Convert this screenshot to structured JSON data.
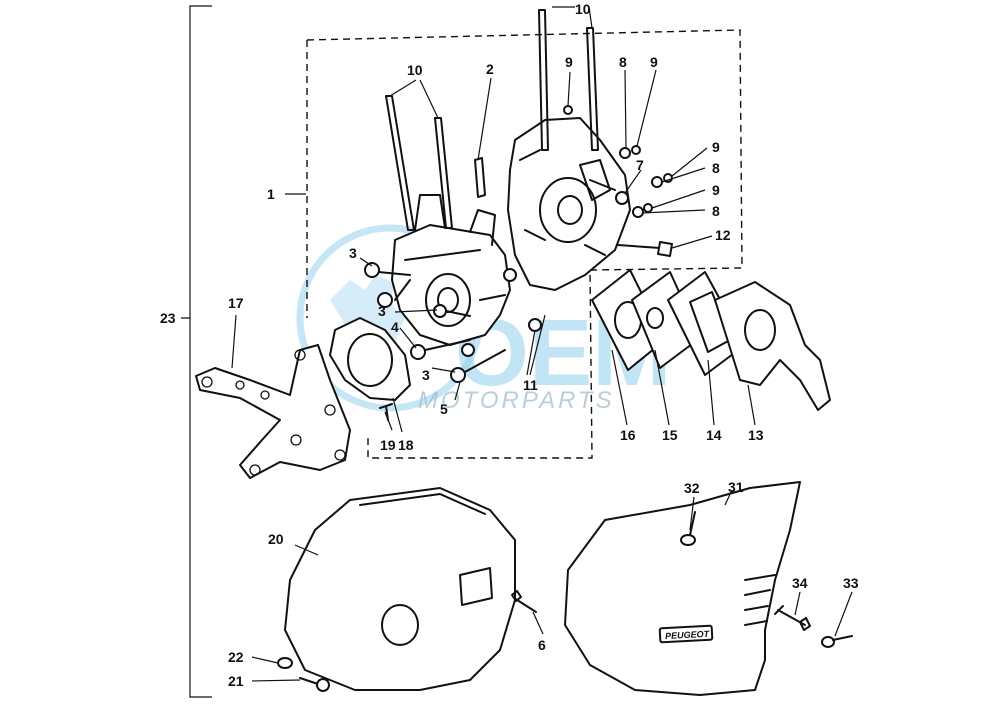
{
  "diagram": {
    "watermark": {
      "main": "OEM",
      "sub": "MOTORPARTS",
      "color": "#5bb8e6"
    },
    "cover_logo": "PEUGEOT",
    "labels": {
      "l1": "1",
      "l2": "2",
      "l3a": "3",
      "l3b": "3",
      "l3c": "3",
      "l4": "4",
      "l5": "5",
      "l6": "6",
      "l7": "7",
      "l8a": "8",
      "l8b": "8",
      "l8c": "8",
      "l9a": "9",
      "l9b": "9",
      "l9c": "9",
      "l9d": "9",
      "l10a": "10",
      "l10b": "10",
      "l11": "11",
      "l12": "12",
      "l13": "13",
      "l14": "14",
      "l15": "15",
      "l16": "16",
      "l17": "17",
      "l18": "18",
      "l19": "19",
      "l20": "20",
      "l21": "21",
      "l22": "22",
      "l23": "23",
      "l31": "31",
      "l32": "32",
      "l33": "33",
      "l34": "34"
    }
  }
}
